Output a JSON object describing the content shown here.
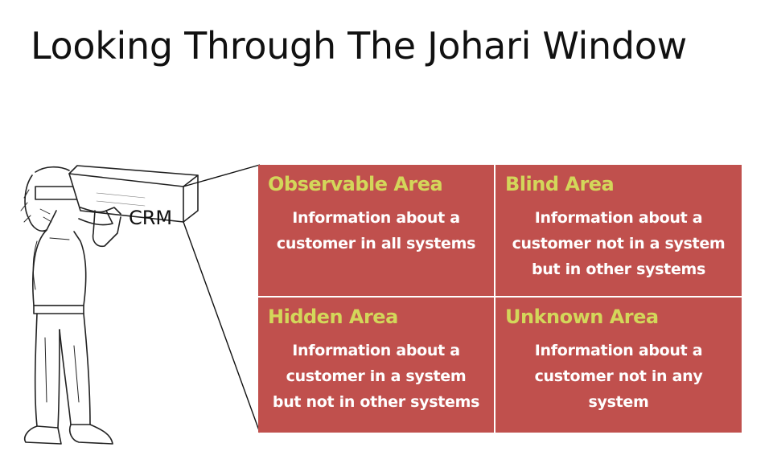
{
  "slide": {
    "title": "Looking Through The Johari Window",
    "telescope_label": "CRM"
  },
  "quadrants": [
    {
      "title": "Observable Area",
      "body": "Information about a\ncustomer in all systems"
    },
    {
      "title": "Blind Area",
      "body": "Information about a\ncustomer not in a system\nbut in other systems"
    },
    {
      "title": "Hidden Area",
      "body": "Information about a\ncustomer in a system\nbut not in other systems"
    },
    {
      "title": "Unknown Area",
      "body": "Information about a\ncustomer not in any\nsystem"
    }
  ],
  "colors": {
    "cell_background": "#c0504d",
    "cell_title": "#d3d75a",
    "cell_text": "#ffffff"
  },
  "icons": [
    "person-with-telescope-illustration"
  ]
}
